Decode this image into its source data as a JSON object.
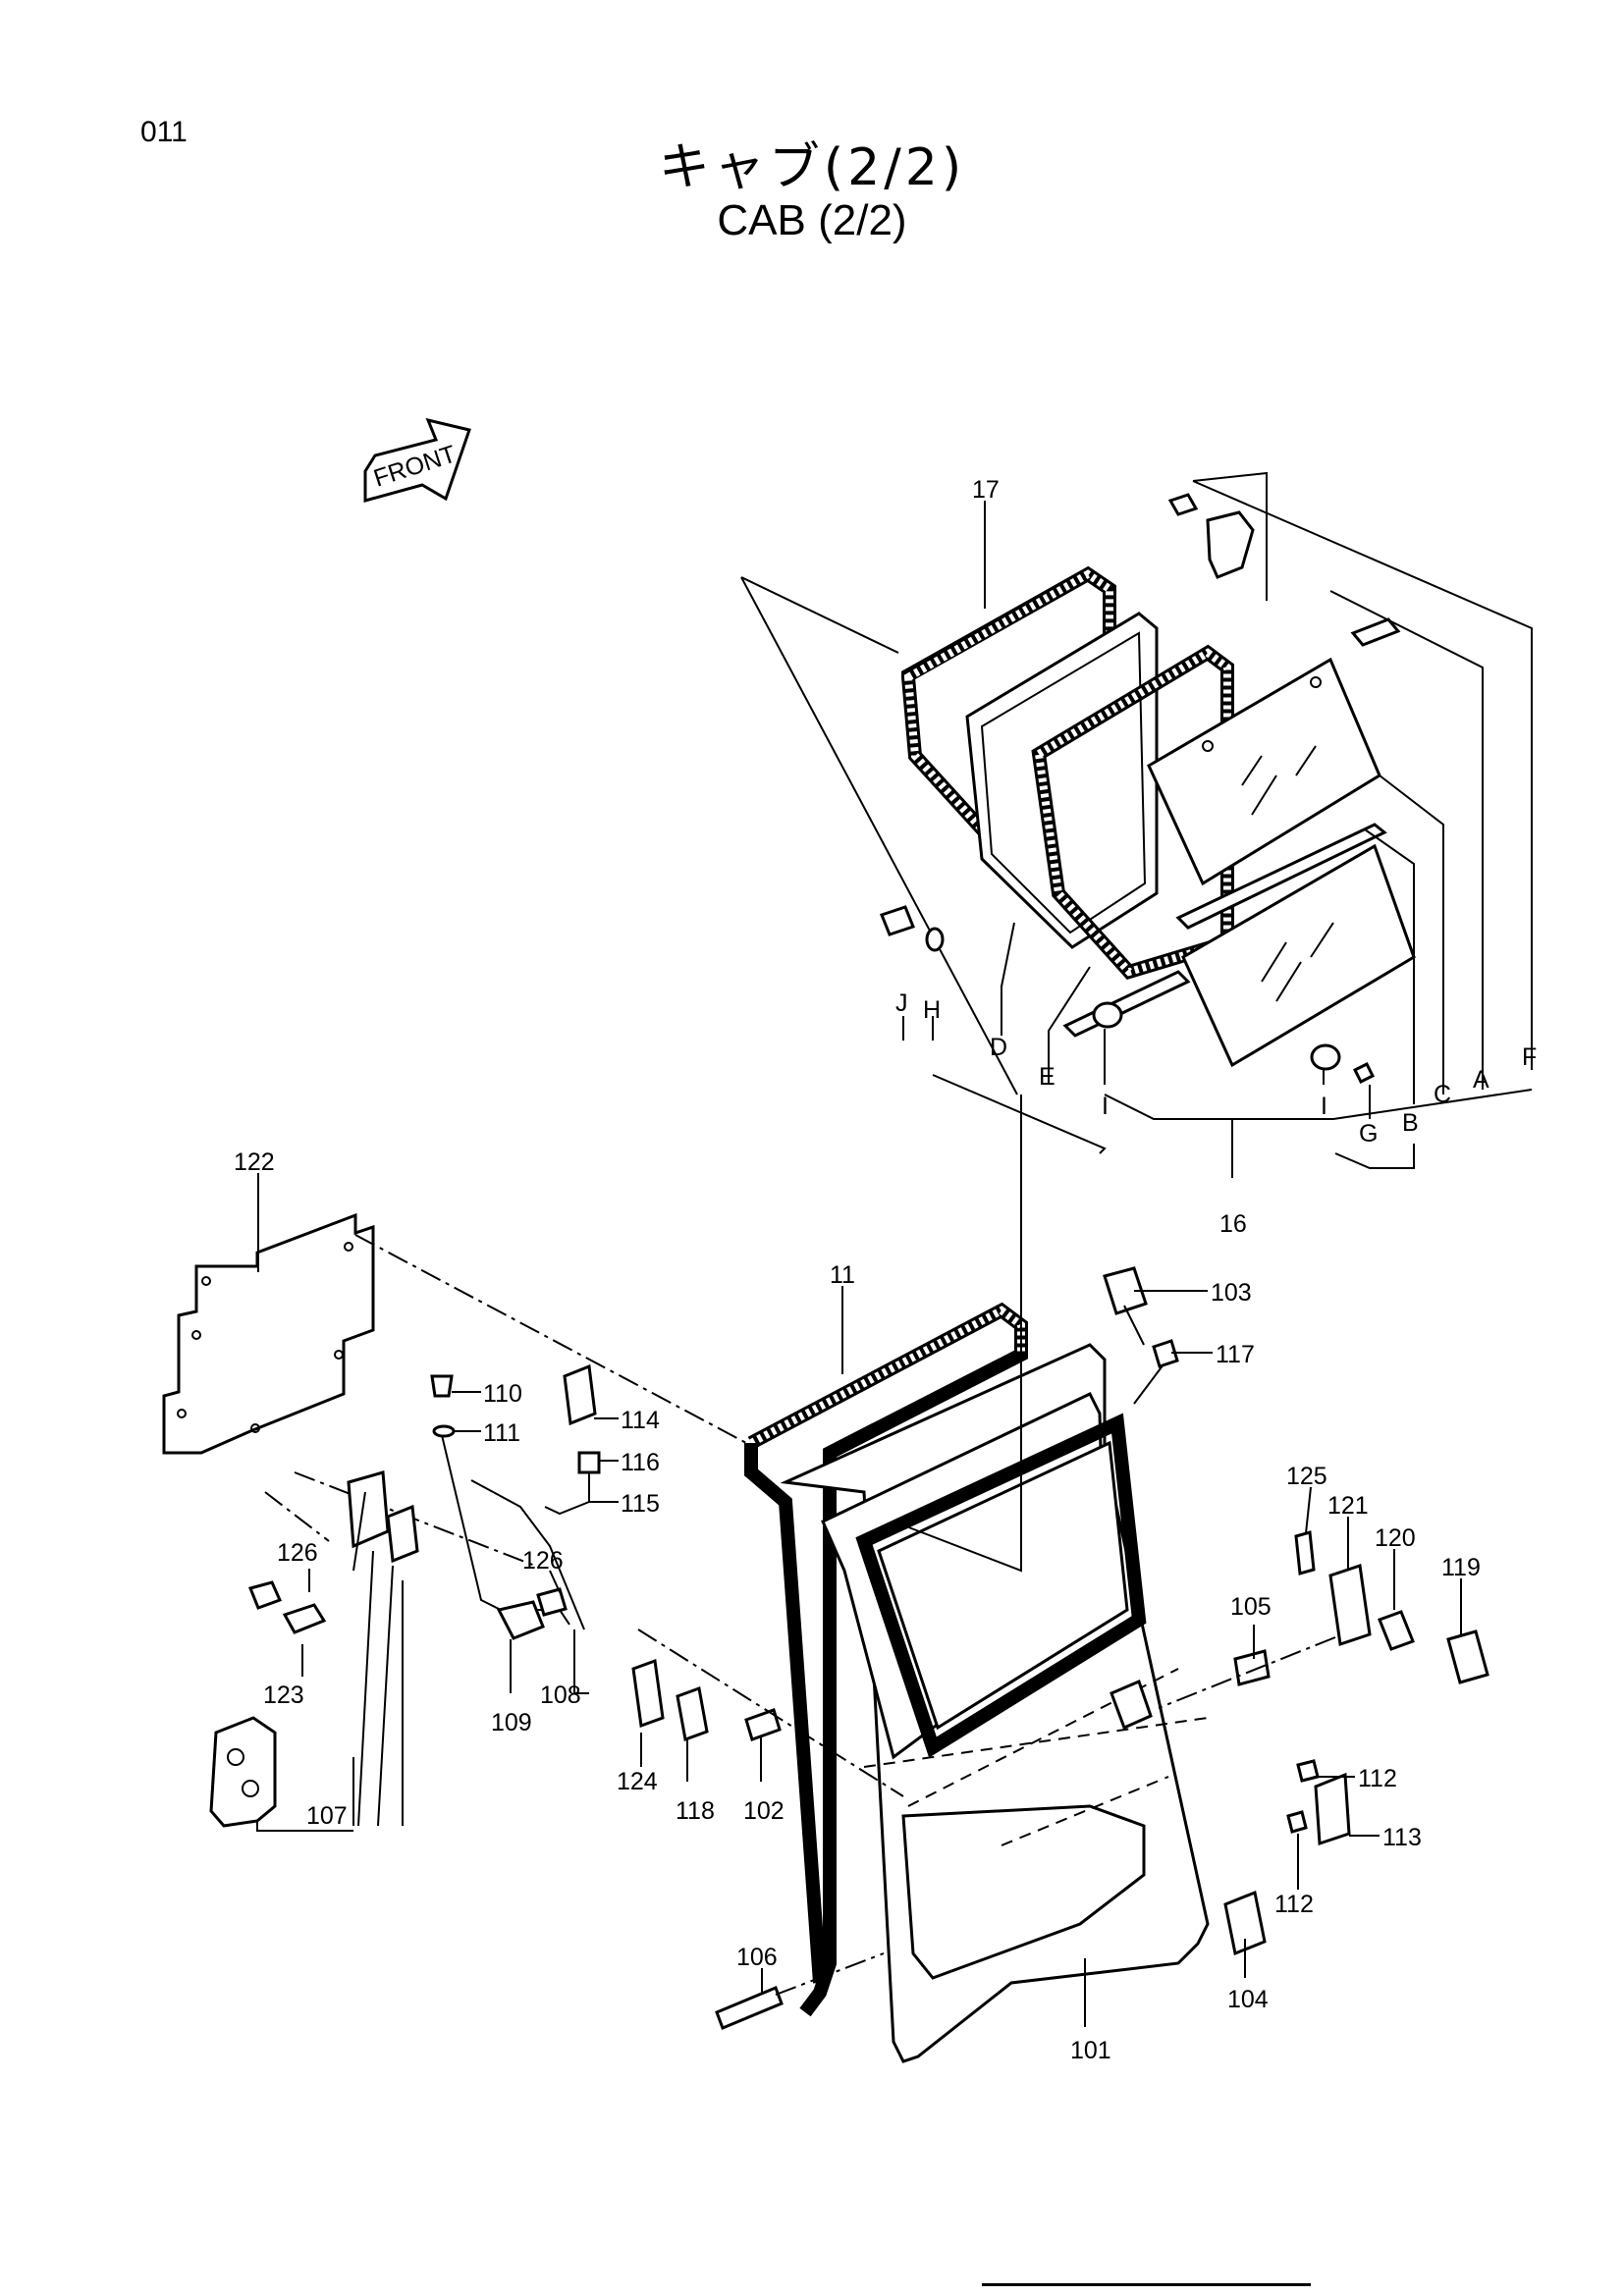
{
  "page_number": "011",
  "title_jp": "キャブ(2/2)",
  "title_en": "CAB (2/2)",
  "front_label": "FRONT",
  "callouts": {
    "p17": "17",
    "p16": "16",
    "p11": "11",
    "p122": "122",
    "p101": "101",
    "p102": "102",
    "p103": "103",
    "p104": "104",
    "p105": "105",
    "p106": "106",
    "p107": "107",
    "p108": "108",
    "p109": "109",
    "p110": "110",
    "p111": "111",
    "p112a": "112",
    "p112b": "112",
    "p113": "113",
    "p114": "114",
    "p115": "115",
    "p116": "116",
    "p117": "117",
    "p118": "118",
    "p119": "119",
    "p120": "120",
    "p121": "121",
    "p123": "123",
    "p124": "124",
    "p125": "125",
    "p126a": "126",
    "p126b": "126"
  },
  "letters": {
    "A": "A",
    "B": "B",
    "C": "C",
    "D": "D",
    "E": "E",
    "F": "F",
    "G": "G",
    "H": "H",
    "I1": "I",
    "I2": "I",
    "J": "J"
  }
}
